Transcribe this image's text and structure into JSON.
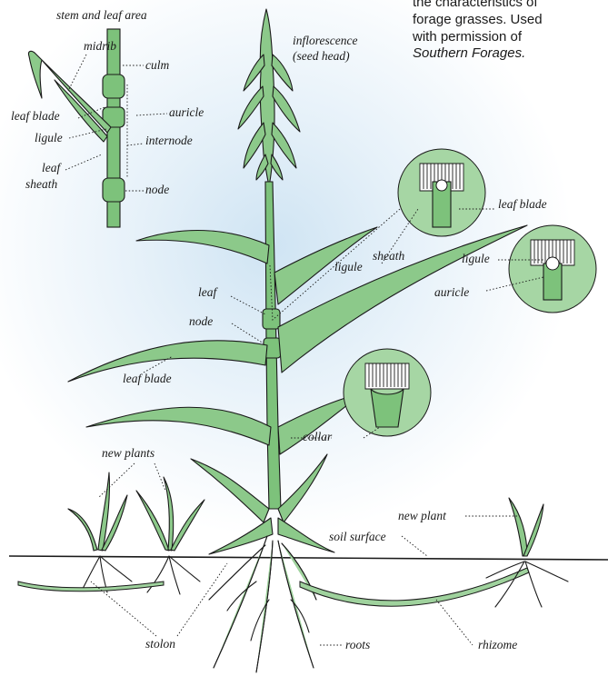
{
  "caption": {
    "line1": "the characteristics of",
    "line2": "forage grasses. Used",
    "line3": "with permission of",
    "source": "Southern Forages."
  },
  "labels": {
    "stem_and_leaf_area": "stem and leaf area",
    "midrib": "midrib",
    "culm": "culm",
    "leaf_blade_top": "leaf blade",
    "auricle_top": "auricle",
    "ligule_top": "ligule",
    "internode": "internode",
    "leaf_sheath_1": "leaf",
    "leaf_sheath_2": "sheath",
    "node_top": "node",
    "inflorescence_1": "inflorescence",
    "inflorescence_2": "(seed head)",
    "leaf_blade_right": "leaf blade",
    "sheath": "sheath",
    "ligule_mid": "ligule",
    "ligule_right": "ligule",
    "auricle_right": "auricle",
    "leaf": "leaf",
    "node_mid": "node",
    "leaf_blade_left": "leaf blade",
    "collar": "collar",
    "new_plants": "new plants",
    "new_plant": "new plant",
    "soil_surface": "soil surface",
    "stolon": "stolon",
    "roots": "roots",
    "rhizome": "rhizome"
  },
  "colors": {
    "leaf_fill": "#8cc98a",
    "leaf_dark": "#5fae5d",
    "stem_fill": "#7dc27b",
    "detail_circle": "#a6d6a4",
    "outline": "#1a1a1a",
    "glow": "#cfe4f3"
  }
}
